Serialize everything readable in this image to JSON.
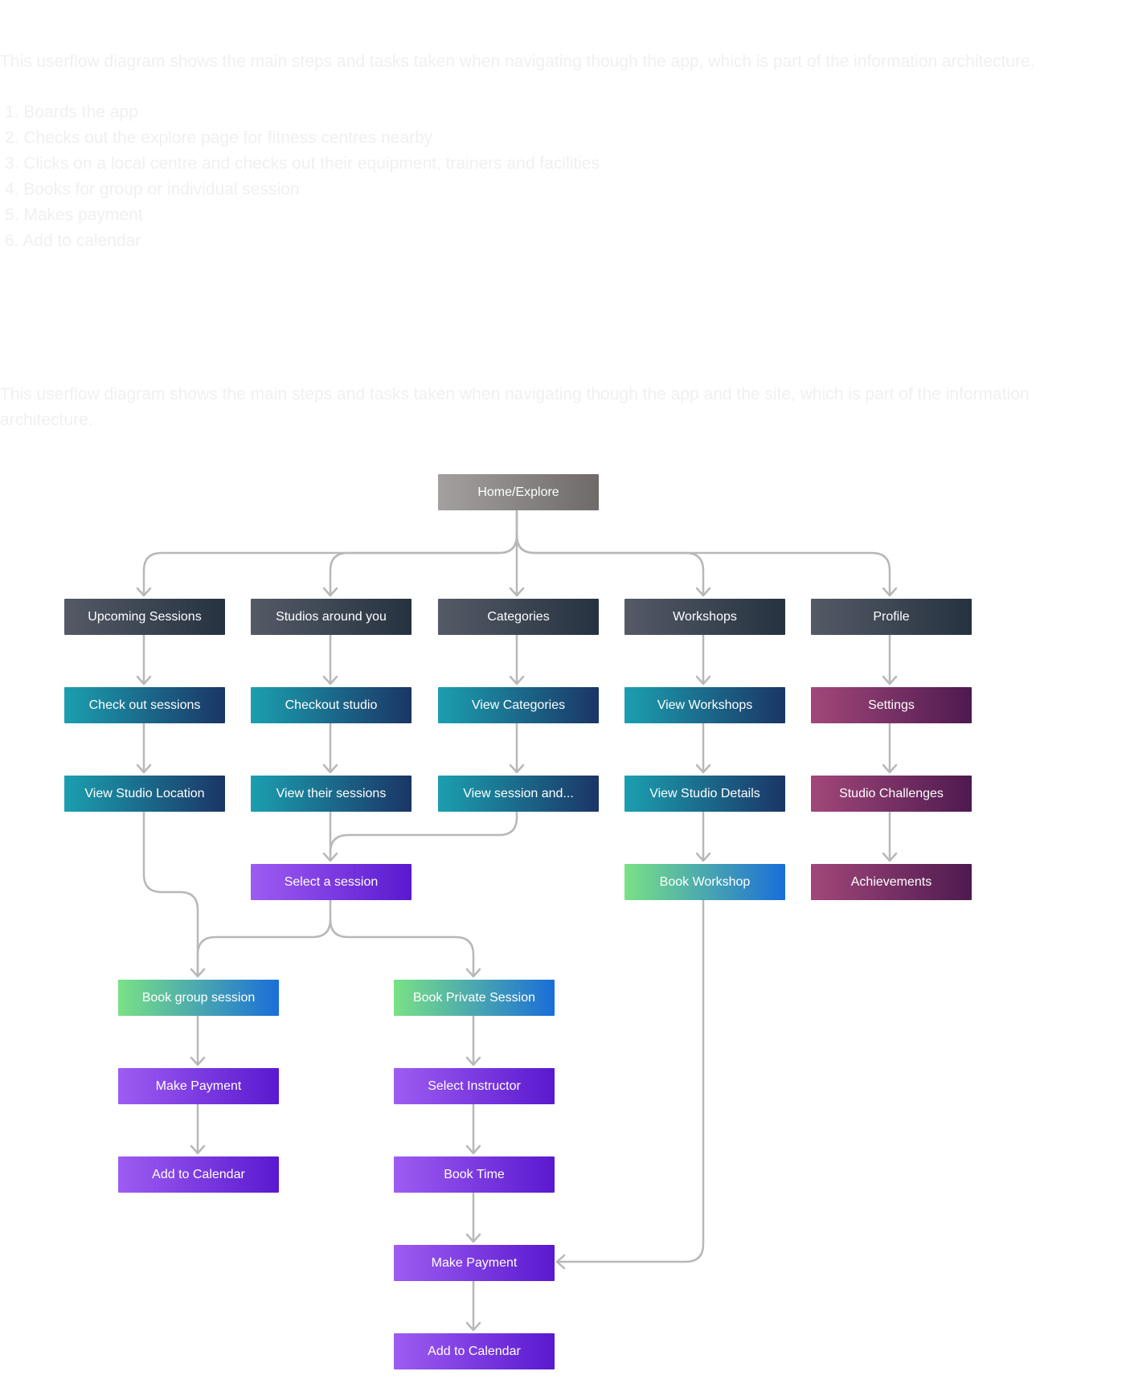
{
  "intro": {
    "paragraph1": "This userflow diagram shows the main steps and tasks taken when navigating though the app, which is part of the information architecture.",
    "steps": [
      "1. Boards the app",
      "2. Checks out the explore page for fitness centres nearby",
      "3. Clicks on a local centre and checks out their equipment, trainers and facilities",
      "4. Books for group or individual session",
      "5. Makes payment",
      "6. Add to calendar"
    ],
    "paragraph2": "This userflow diagram shows the main steps and tasks taken when navigating though the app and the site, which is part of the information architecture."
  },
  "colors": {
    "connector": "#b8b8b8",
    "faded_text": "#f0f0f0",
    "home": [
      "#a3a09f",
      "#6f6a69"
    ],
    "section": [
      "#545a66",
      "#263240"
    ],
    "browse": [
      "#1b9fb0",
      "#1b3566"
    ],
    "profile": [
      "#a2477a",
      "#4d1a4f"
    ],
    "action": [
      "#9e5cf2",
      "#5a19cf"
    ],
    "booking": [
      "#7ae186",
      "#1a6ed8"
    ]
  },
  "nodes": {
    "home": "Home/Explore",
    "upcoming_sessions": "Upcoming Sessions",
    "studios_around_you": "Studios around you",
    "categories": "Categories",
    "workshops": "Workshops",
    "profile": "Profile",
    "check_out_sessions": "Check out sessions",
    "checkout_studio": "Checkout studio",
    "view_categories": "View Categories",
    "view_workshops": "View Workshops",
    "settings": "Settings",
    "view_studio_location": "View Studio Location",
    "view_their_sessions": "View their sessions",
    "view_session_and": "View session and...",
    "view_studio_details": "View Studio Details",
    "studio_challenges": "Studio Challenges",
    "select_a_session": "Select a session",
    "book_workshop": "Book Workshop",
    "achievements": "Achievements",
    "book_group_session": "Book group session",
    "book_private_session": "Book Private Session",
    "make_payment_group": "Make Payment",
    "select_instructor": "Select Instructor",
    "add_to_calendar_group": "Add to Calendar",
    "book_time": "Book Time",
    "make_payment_private": "Make Payment",
    "add_to_calendar_private": "Add to Calendar"
  },
  "edges": [
    [
      "home",
      "upcoming_sessions"
    ],
    [
      "home",
      "studios_around_you"
    ],
    [
      "home",
      "categories"
    ],
    [
      "home",
      "workshops"
    ],
    [
      "home",
      "profile"
    ],
    [
      "upcoming_sessions",
      "check_out_sessions"
    ],
    [
      "check_out_sessions",
      "view_studio_location"
    ],
    [
      "view_studio_location",
      "book_group_session"
    ],
    [
      "studios_around_you",
      "checkout_studio"
    ],
    [
      "checkout_studio",
      "view_their_sessions"
    ],
    [
      "view_their_sessions",
      "select_a_session"
    ],
    [
      "categories",
      "view_categories"
    ],
    [
      "view_categories",
      "view_session_and"
    ],
    [
      "view_session_and",
      "select_a_session"
    ],
    [
      "select_a_session",
      "book_group_session"
    ],
    [
      "select_a_session",
      "book_private_session"
    ],
    [
      "workshops",
      "view_workshops"
    ],
    [
      "view_workshops",
      "view_studio_details"
    ],
    [
      "view_studio_details",
      "book_workshop"
    ],
    [
      "book_workshop",
      "make_payment_private"
    ],
    [
      "profile",
      "settings"
    ],
    [
      "settings",
      "studio_challenges"
    ],
    [
      "studio_challenges",
      "achievements"
    ],
    [
      "book_group_session",
      "make_payment_group"
    ],
    [
      "make_payment_group",
      "add_to_calendar_group"
    ],
    [
      "book_private_session",
      "select_instructor"
    ],
    [
      "select_instructor",
      "book_time"
    ],
    [
      "book_time",
      "make_payment_private"
    ],
    [
      "make_payment_private",
      "add_to_calendar_private"
    ]
  ]
}
